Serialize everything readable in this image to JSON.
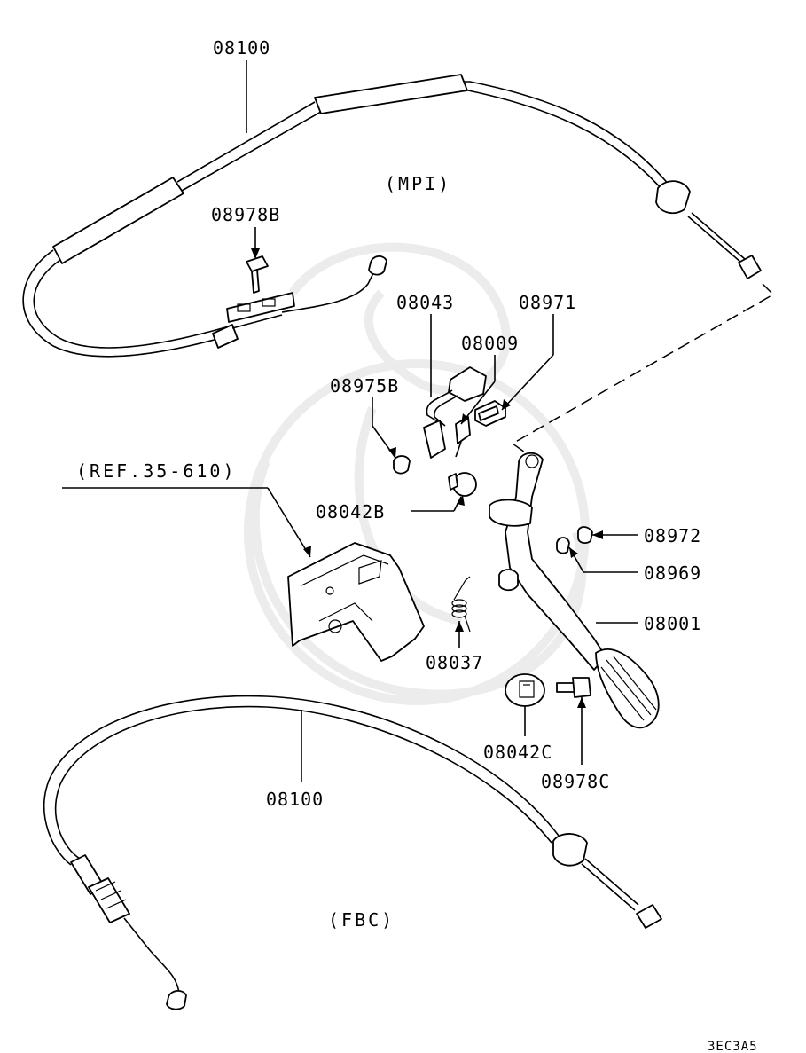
{
  "sections": {
    "mpi": "(MPI)",
    "fbc": "(FBC)",
    "ref": "(REF.35-610)"
  },
  "labels": {
    "cable_top": "08100",
    "bolt_top": "08978B",
    "sw_08043": "08043",
    "bolt_08971": "08971",
    "clip_08009": "08009",
    "nut_08975b": "08975B",
    "stopper_08042b": "08042B",
    "bushing_08972": "08972",
    "bushing_08969": "08969",
    "pedal_08001": "08001",
    "spring_08037": "08037",
    "stopper_08042c": "08042C",
    "bolt_08978c": "08978C",
    "cable_bottom": "08100"
  },
  "diagram_code": "3EC3A5"
}
